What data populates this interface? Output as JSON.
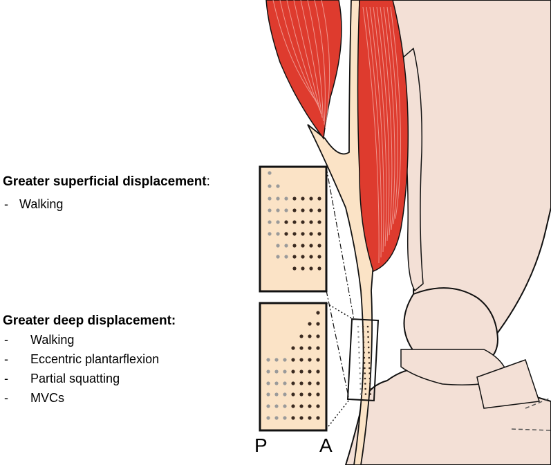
{
  "superficial": {
    "heading": "Greater superficial displacement",
    "colon": ":",
    "items": [
      "Walking"
    ]
  },
  "deep": {
    "heading": "Greater deep displacement:",
    "items": [
      "Walking",
      "Eccentric plantarflexion",
      "Partial squatting",
      "MVCs"
    ]
  },
  "axis": {
    "posterior": "P",
    "anterior": "A"
  },
  "colors": {
    "muscle": "#de3b2e",
    "muscle_fiber": "#f2a79f",
    "tendon": "#fbe3c6",
    "bone": "#f3e0d6",
    "inset_fill": "#fbe3c6",
    "dot_grey": "#9a9a9a",
    "dot_dark": "#3a2a20",
    "outline": "#000000"
  },
  "dash": "-"
}
